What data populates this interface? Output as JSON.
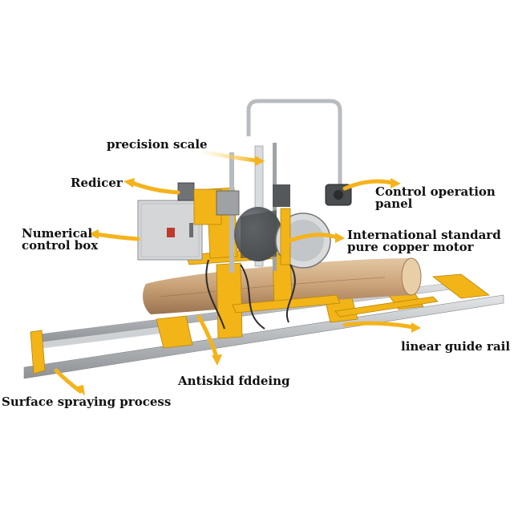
{
  "labels": {
    "precision_scale": "precision scale",
    "reducer": "Redicer",
    "control_panel_line1": "Control operation",
    "control_panel_line2": "panel",
    "control_box_line1": "Numerical",
    "control_box_line2": "control box",
    "motor_line1": "International standard",
    "motor_line2": "pure copper motor",
    "guide_rail": "linear guide rail",
    "antiskid": "Antiskid fddeing",
    "surface_spraying": "Surface spraying process"
  },
  "colors": {
    "frame_yellow": "#f2b417",
    "arrow_yellow": "#f5b31b",
    "rail_gray": "#b9bcbf",
    "motor_gray": "#5a5d60",
    "log_wood": "#c8a07a",
    "control_box_gray": "#d4d6d8"
  },
  "icons": [
    "arrow-icon"
  ]
}
